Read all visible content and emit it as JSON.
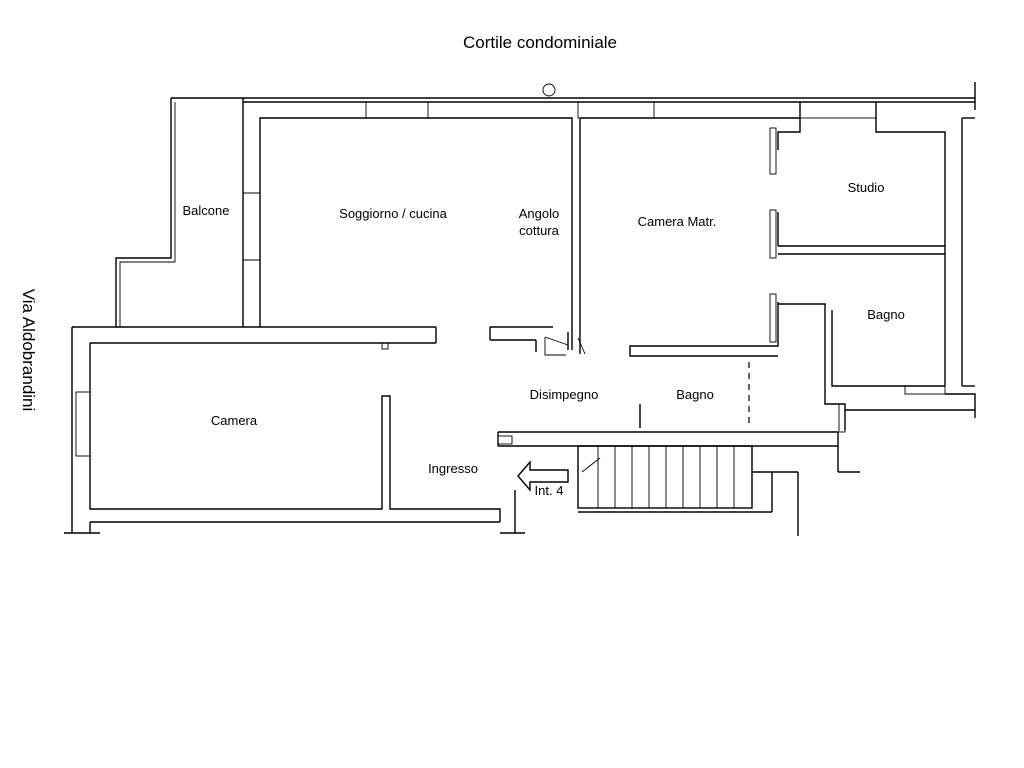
{
  "plan": {
    "top_label": "Cortile condominiale",
    "side_label": "Via Aldobrandini",
    "rooms": {
      "balcone": "Balcone",
      "soggiorno": "Soggiorno / cucina",
      "angolo_1": "Angolo",
      "angolo_2": "cottura",
      "camera_matr": "Camera Matr.",
      "studio": "Studio",
      "bagno_1": "Bagno",
      "camera": "Camera",
      "disimpegno": "Disimpegno",
      "bagno_2": "Bagno",
      "ingresso": "Ingresso",
      "int": "Int. 4"
    }
  }
}
